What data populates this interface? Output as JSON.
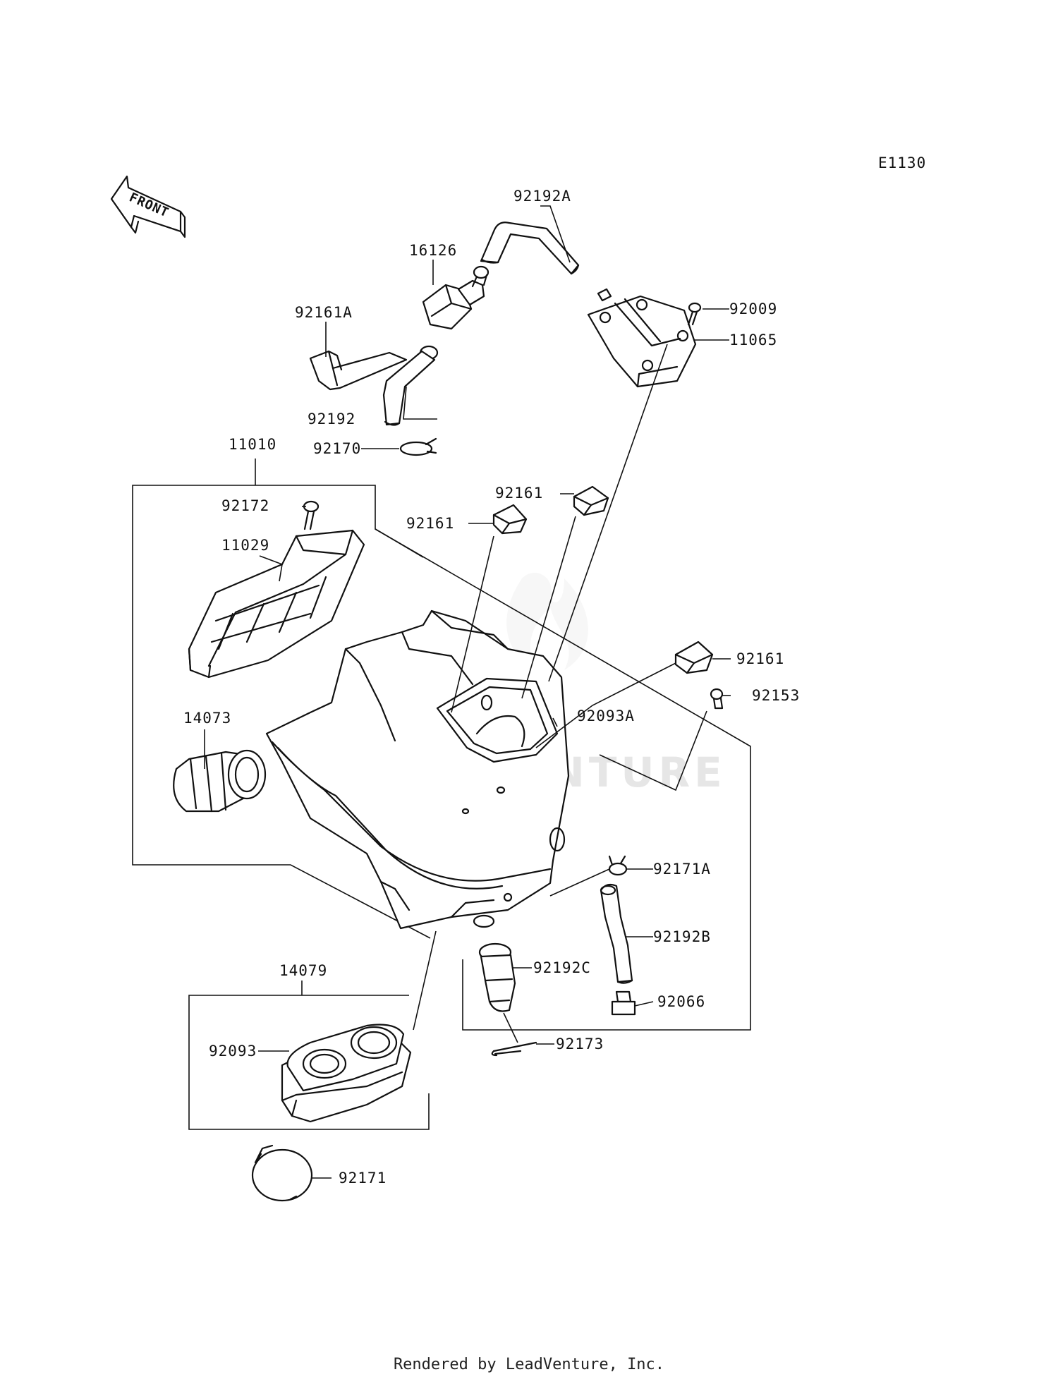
{
  "diagram": {
    "code": "E1130",
    "front_label": "FRONT",
    "watermark": "LEADVENTURE",
    "labels": {
      "p92192A": "92192A",
      "p16126": "16126",
      "p92161A": "92161A",
      "p92009": "92009",
      "p11065": "11065",
      "p92192": "92192",
      "p92170": "92170",
      "p11010": "11010",
      "p92161_top": "92161",
      "p92161_mid": "92161",
      "p92172": "92172",
      "p11029": "11029",
      "p92161_right": "92161",
      "p92153": "92153",
      "p92093A": "92093A",
      "p14073": "14073",
      "p92171A": "92171A",
      "p92192B": "92192B",
      "p14079": "14079",
      "p92192C": "92192C",
      "p92066": "92066",
      "p92173": "92173",
      "p92093": "92093",
      "p92171": "92171"
    }
  },
  "footer": {
    "text": "Rendered by LeadVenture, Inc."
  }
}
